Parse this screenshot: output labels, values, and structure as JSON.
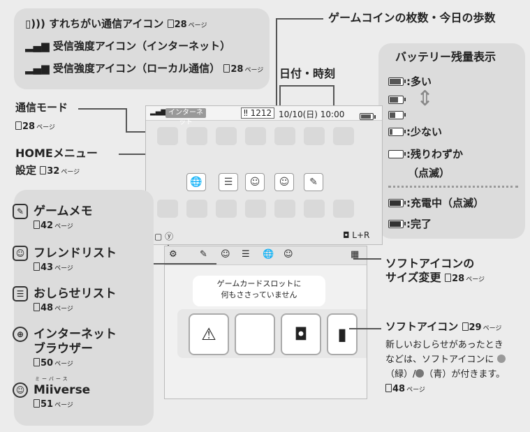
{
  "top_left_panel": {
    "items": [
      {
        "label": "すれちがい通信アイコン",
        "page": "28",
        "page_suffix": "ページ"
      },
      {
        "label": "受信強度アイコン（インターネット）"
      },
      {
        "label": "受信強度アイコン（ローカル通信）",
        "page": "28",
        "page_suffix": "ページ"
      }
    ]
  },
  "coin_steps": {
    "label": "ゲームコインの枚数・今日の歩数"
  },
  "datetime": {
    "label": "日付・時刻"
  },
  "comm_mode": {
    "label": "通信モード",
    "page": "28",
    "page_suffix": "ページ"
  },
  "home_settings": {
    "label": "HOMEメニュー",
    "label2": "設定",
    "page": "32",
    "page_suffix": "ページ"
  },
  "battery_panel": {
    "title": "バッテリー残量表示",
    "many": ":多い",
    "few": ":少ない",
    "low": ":残りわずか",
    "low_note": "（点滅）",
    "charging": ":充電中（点滅）",
    "done": ":完了"
  },
  "top_screen": {
    "mode_text": "インターネット",
    "coins": "1212",
    "date": "10/10(日)",
    "time": "10:00"
  },
  "bottom_screen": {
    "card_message_line1": "ゲームカードスロットに",
    "card_message_line2": "何もささっていません"
  },
  "bottom_left_panel": {
    "items": [
      {
        "label": "ゲームメモ",
        "page": "42",
        "page_suffix": "ページ",
        "icon": "pencil-icon"
      },
      {
        "label": "フレンドリスト",
        "page": "43",
        "page_suffix": "ページ",
        "icon": "smiley-icon"
      },
      {
        "label": "おしらせリスト",
        "page": "48",
        "page_suffix": "ページ",
        "icon": "speech-bubble-icon"
      },
      {
        "label": "インターネット",
        "label2": "ブラウザー",
        "page": "50",
        "page_suffix": "ページ",
        "icon": "globe-icon"
      },
      {
        "label": "Miiverse",
        "ruby": "ミーバース",
        "page": "51",
        "page_suffix": "ページ",
        "icon": "people-icon"
      }
    ]
  },
  "software_size": {
    "label": "ソフトアイコンの",
    "label2": "サイズ変更",
    "page": "28",
    "page_suffix": "ページ"
  },
  "software_icon": {
    "label": "ソフトアイコン",
    "page": "29",
    "page_suffix": "ページ",
    "desc1": "新しいおしらせがあったとき",
    "desc2": "などは、ソフトアイコンに",
    "desc3_green": "（緑）/",
    "desc3_blue": "（青）が付きます。",
    "page2": "48",
    "page2_suffix": "ページ"
  },
  "colors": {
    "panel": "#dcdcdc",
    "line": "#555555"
  }
}
